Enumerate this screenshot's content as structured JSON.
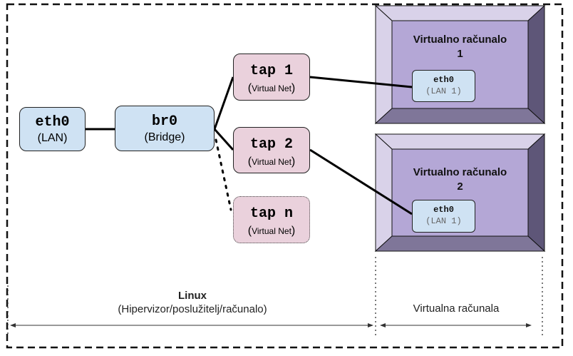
{
  "colors": {
    "blue_node": "#cfe2f3",
    "pink_node": "#ead1dc",
    "vm_face": "#b4a7d6",
    "vm_light": "#d9d2e9",
    "vm_dark": "#5e5678",
    "outline": "#111111"
  },
  "nodes": {
    "eth0": {
      "name": "eth0",
      "label": "(LAN)"
    },
    "br0": {
      "name": "br0",
      "label": "(Bridge)"
    },
    "tap1": {
      "name": "tap 1",
      "label_paren_open": "(",
      "label_text": "Virtual Net",
      "label_paren_close": ")"
    },
    "tap2": {
      "name": "tap 2",
      "label_paren_open": "(",
      "label_text": "Virtual Net",
      "label_paren_close": ")"
    },
    "tapn": {
      "name": "tap n",
      "label_paren_open": "(",
      "label_text": "Virtual Net",
      "label_paren_close": ")"
    }
  },
  "vms": [
    {
      "title_line1": "Virtualno računalo",
      "title_line2": "1",
      "nic_name": "eth0",
      "nic_label": "(LAN 1)"
    },
    {
      "title_line1": "Virtualno računalo",
      "title_line2": "2",
      "nic_name": "eth0",
      "nic_label": "(LAN 1)"
    }
  ],
  "captions": {
    "linux_title": "Linux",
    "linux_sub": "(Hipervizor/poslužitelj/računalo)",
    "virtual_machines": "Virtualna računala"
  }
}
